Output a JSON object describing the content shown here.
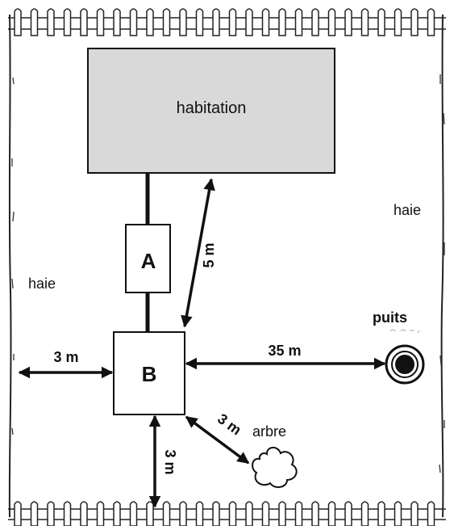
{
  "labels": {
    "habitation": "habitation",
    "box_a": "A",
    "box_b": "B",
    "haie_left": "haie",
    "haie_right": "haie",
    "puits": "puits",
    "arbre": "arbre"
  },
  "distances": {
    "house_to_b": "5 m",
    "left_hedge_to_b": "3 m",
    "b_to_puits": "35 m",
    "b_to_arbre": "3 m",
    "b_to_bottom_hedge": "3 m"
  },
  "colors": {
    "house_fill": "#d9d9d9",
    "stroke": "#111111"
  }
}
